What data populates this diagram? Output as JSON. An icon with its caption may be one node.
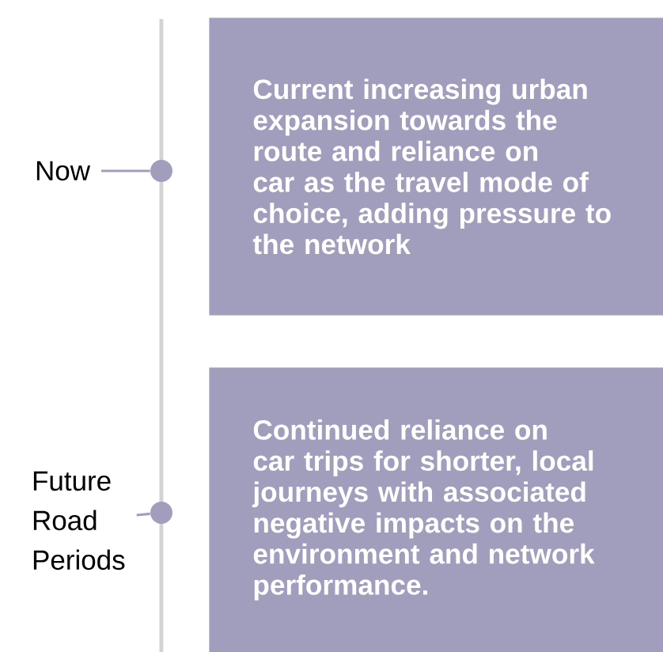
{
  "diagram": {
    "nodes": [
      {
        "text": [
          "Now"
        ]
      },
      {
        "text": [],
        "shape": "circle"
      },
      {
        "text": [
          "Current increasing urban expansion towards the route and reliance on car as the travel mode of choice, adding pressure to the network"
        ]
      },
      {
        "text": [
          "Future Road Periods"
        ]
      },
      {
        "text": [],
        "shape": "circle"
      },
      {
        "text": [
          "Continued reliance on car trips for shorter, local journeys with associated negative impacts on the environment and network performance."
        ]
      }
    ],
    "edges": [
      {
        "from": 0,
        "to": 1,
        "arrow": "none"
      },
      {
        "from": 3,
        "to": 4,
        "arrow": "none"
      }
    ]
  }
}
